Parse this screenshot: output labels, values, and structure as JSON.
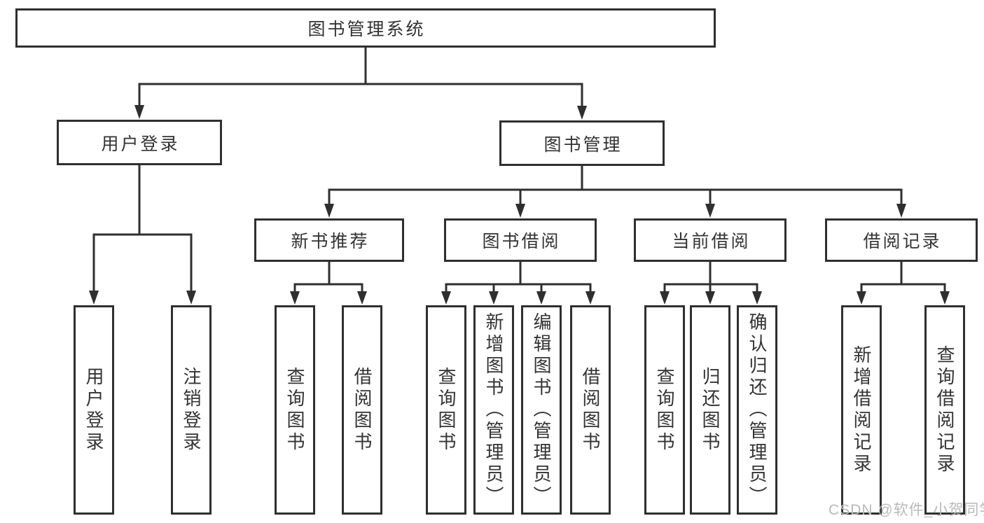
{
  "diagram": {
    "root": {
      "label": "图书管理系统"
    },
    "level2": [
      {
        "label": "用户登录"
      },
      {
        "label": "图书管理"
      }
    ],
    "level3": [
      {
        "label": "新书推荐"
      },
      {
        "label": "图书借阅"
      },
      {
        "label": "当前借阅"
      },
      {
        "label": "借阅记录"
      }
    ],
    "leaves": [
      {
        "label": "用户登录"
      },
      {
        "label": "注销登录"
      },
      {
        "label": "查询图书"
      },
      {
        "label": "借阅图书"
      },
      {
        "label": "查询图书"
      },
      {
        "label": "新增图书（管理员）"
      },
      {
        "label": "编辑图书（管理员）"
      },
      {
        "label": "借阅图书"
      },
      {
        "label": "查询图书"
      },
      {
        "label": "归还图书"
      },
      {
        "label": "确认归还（管理员）"
      },
      {
        "label": "新增借阅记录"
      },
      {
        "label": "查询借阅记录"
      }
    ],
    "watermark": "CSDN @软件_小贺同学",
    "colors": {
      "line": "#2f2f2f",
      "text": "#333333",
      "watermark": "#b9b9b9",
      "background": "#ffffff"
    }
  }
}
